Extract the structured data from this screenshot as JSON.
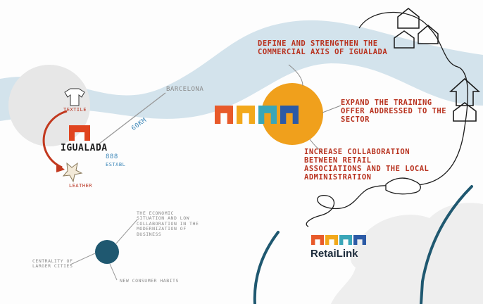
{
  "diagram": {
    "city": "IGUALADA",
    "barcelona": "BARCELONA",
    "distance": "60Km",
    "shops_line1": "888",
    "shops_line2": "establ",
    "left_node_label1": "TEXTILE",
    "left_node_label2": "LEATHER",
    "grey_center_text": "THE ECONOMIC SITUATION AND LOW COLLABORATION IN THE MODERNIZATION OF BUSINESS",
    "grey_left_text": "CENTRALITY OF LARGER CITIES",
    "grey_bottom_text": "NEW CONSUMER HABITS",
    "goals": [
      "DEFINE AND STRENGTHEN THE COMMERCIAL AXIS OF IGUALADA",
      "EXPAND THE TRAINING OFFER ADDRESSED TO THE SECTOR",
      "INCREASE COLLABORATION BETWEEN RETAIL ASSOCIATIONS AND THE LOCAL ADMINISTRATION"
    ]
  },
  "brand": {
    "name": "RetaiLink",
    "logo_colors": [
      "#e85a2a",
      "#f2a81b",
      "#3aa6b8",
      "#2b5aa6"
    ]
  },
  "colors": {
    "orange_circle": "#f0a01c",
    "teal_node": "#1f5870",
    "wave": "#d3e3ec",
    "accent_red": "#b8321f"
  }
}
